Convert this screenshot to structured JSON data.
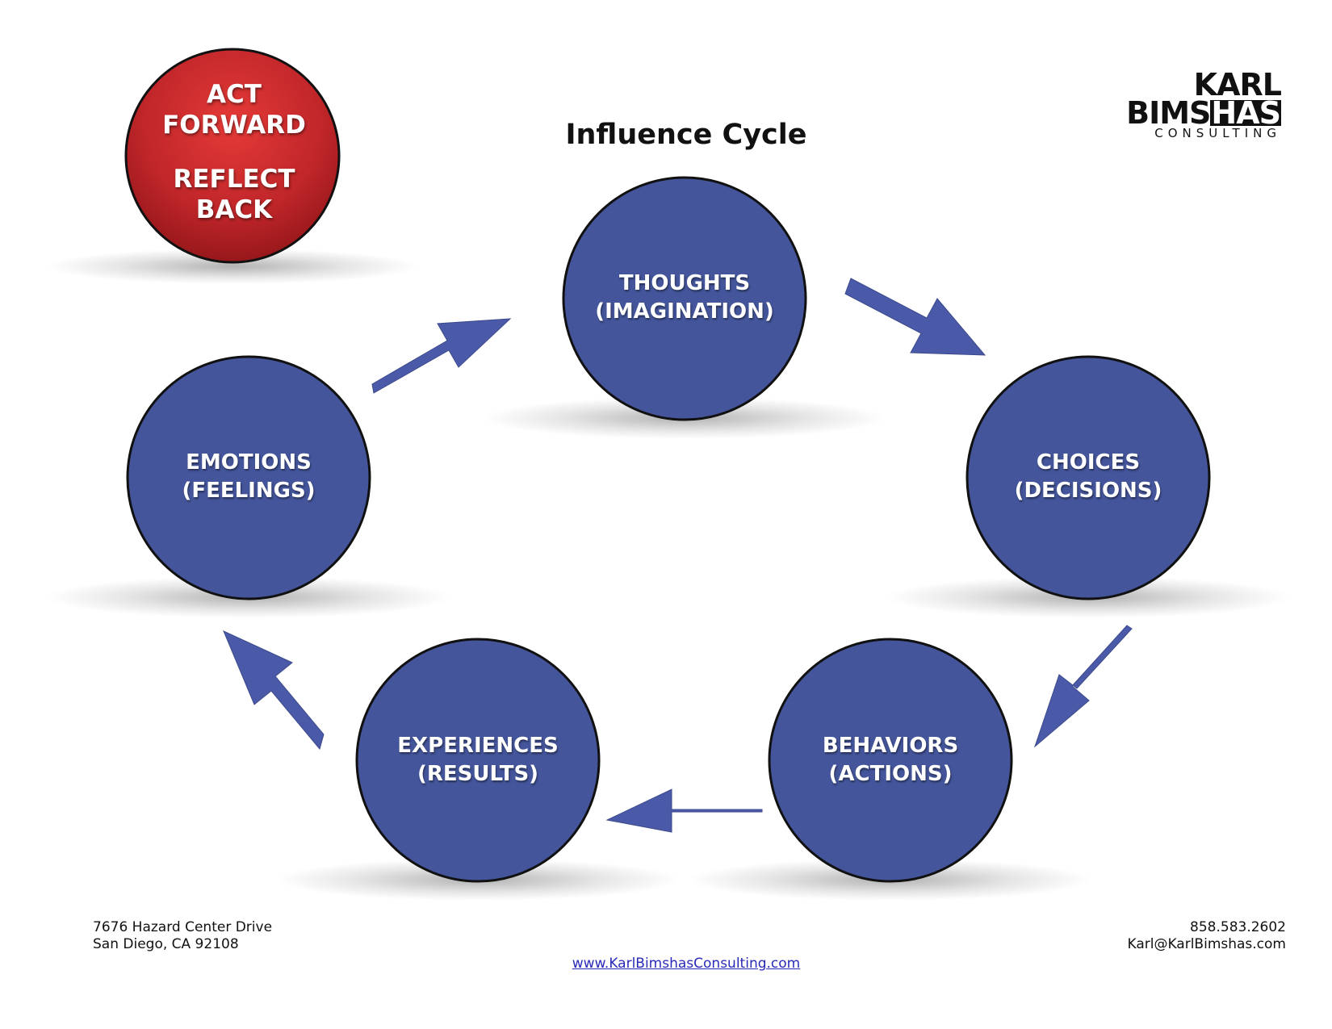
{
  "title": "Influence Cycle",
  "badge": {
    "line1": "ACT",
    "line2": "FORWARD",
    "line3": "REFLECT",
    "line4": "BACK",
    "color": "#c0262a"
  },
  "logo": {
    "part1": "KARL",
    "part2a": "BIMS",
    "part2b": "HAS",
    "part3": "CONSULTING"
  },
  "nodes": [
    {
      "id": "thoughts",
      "label": "THOUGHTS",
      "sublabel": "(IMAGINATION)"
    },
    {
      "id": "choices",
      "label": "CHOICES",
      "sublabel": "(DECISIONS)"
    },
    {
      "id": "behaviors",
      "label": "BEHAVIORS",
      "sublabel": "(ACTIONS)"
    },
    {
      "id": "experiences",
      "label": "EXPERIENCES",
      "sublabel": "(RESULTS)"
    },
    {
      "id": "emotions",
      "label": "EMOTIONS",
      "sublabel": "(FEELINGS)"
    }
  ],
  "edges": [
    {
      "from": "thoughts",
      "to": "choices"
    },
    {
      "from": "choices",
      "to": "behaviors"
    },
    {
      "from": "behaviors",
      "to": "experiences"
    },
    {
      "from": "experiences",
      "to": "emotions"
    },
    {
      "from": "emotions",
      "to": "thoughts"
    }
  ],
  "colors": {
    "node_fill": "#44559b",
    "arrow_fill": "#4a5aa8"
  },
  "footer": {
    "address_line1": "7676 Hazard Center Drive",
    "address_line2": "San Diego, CA 92108",
    "phone": "858.583.2602",
    "email": "Karl@KarlBimshas.com",
    "website": "www.KarlBimshasConsulting.com"
  }
}
